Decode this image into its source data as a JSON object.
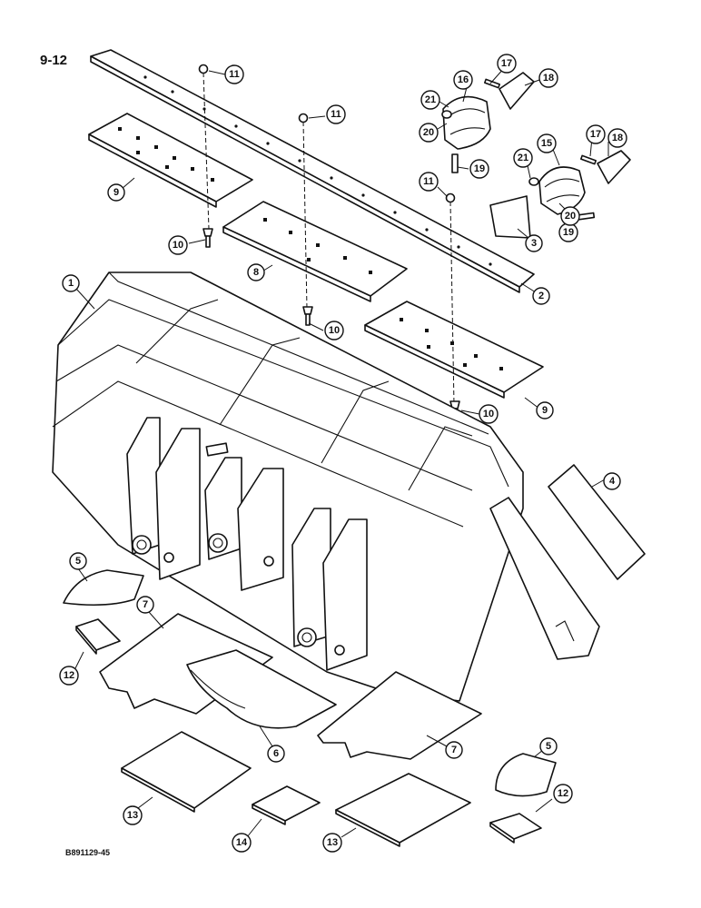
{
  "page_id": "9-12",
  "reference_code": "B891129-45",
  "callouts": [
    {
      "id": "c1",
      "label": "1"
    },
    {
      "id": "c2",
      "label": "2"
    },
    {
      "id": "c3",
      "label": "3"
    },
    {
      "id": "c4",
      "label": "4"
    },
    {
      "id": "c5a",
      "label": "5"
    },
    {
      "id": "c5b",
      "label": "5"
    },
    {
      "id": "c6",
      "label": "6"
    },
    {
      "id": "c7a",
      "label": "7"
    },
    {
      "id": "c7b",
      "label": "7"
    },
    {
      "id": "c8",
      "label": "8"
    },
    {
      "id": "c9a",
      "label": "9"
    },
    {
      "id": "c9b",
      "label": "9"
    },
    {
      "id": "c10a",
      "label": "10"
    },
    {
      "id": "c10b",
      "label": "10"
    },
    {
      "id": "c10c",
      "label": "10"
    },
    {
      "id": "c11a",
      "label": "11"
    },
    {
      "id": "c11b",
      "label": "11"
    },
    {
      "id": "c11c",
      "label": "11"
    },
    {
      "id": "c12a",
      "label": "12"
    },
    {
      "id": "c12b",
      "label": "12"
    },
    {
      "id": "c13a",
      "label": "13"
    },
    {
      "id": "c13b",
      "label": "13"
    },
    {
      "id": "c14",
      "label": "14"
    },
    {
      "id": "c15",
      "label": "15"
    },
    {
      "id": "c16",
      "label": "16"
    },
    {
      "id": "c17a",
      "label": "17"
    },
    {
      "id": "c17b",
      "label": "17"
    },
    {
      "id": "c18a",
      "label": "18"
    },
    {
      "id": "c18b",
      "label": "18"
    },
    {
      "id": "c19a",
      "label": "19"
    },
    {
      "id": "c19b",
      "label": "19"
    },
    {
      "id": "c20a",
      "label": "20"
    },
    {
      "id": "c20b",
      "label": "20"
    },
    {
      "id": "c21a",
      "label": "21"
    },
    {
      "id": "c21b",
      "label": "21"
    }
  ]
}
